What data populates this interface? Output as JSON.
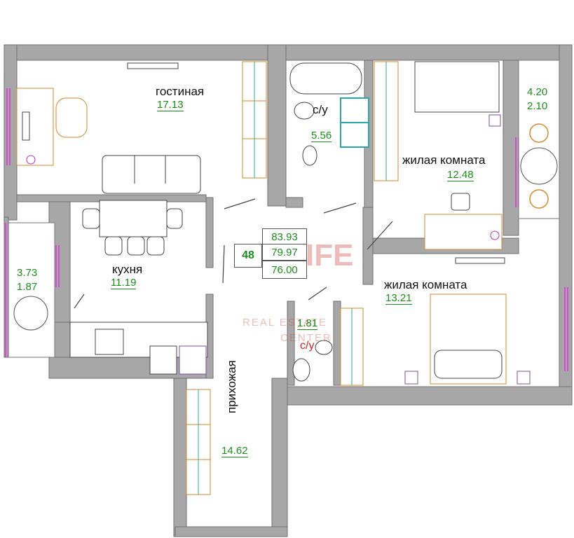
{
  "rooms": {
    "living_room": {
      "name": "гостиная",
      "area": "17.13"
    },
    "bathroom_top": {
      "name": "с/у",
      "area": "5.56"
    },
    "bedroom_1": {
      "name": "жилая комната",
      "area": "12.48"
    },
    "balcony_right": {
      "area_a": "4.20",
      "area_b": "2.10"
    },
    "kitchen": {
      "name": "кухня",
      "area": "11.19"
    },
    "balcony_left": {
      "area_a": "3.73",
      "area_b": "1.87"
    },
    "bedroom_2": {
      "name": "жилая комната",
      "area": "13.21"
    },
    "wc_bottom": {
      "name": "с/у",
      "area": "1.81"
    },
    "hallway": {
      "name": "прихожая",
      "area": "14.62"
    }
  },
  "summary": {
    "apartment_number": "48",
    "total_area": "83.93",
    "area_2": "79.97",
    "living_area": "76.00"
  },
  "watermark": {
    "brand": "KELIFE",
    "line1": "REAL ESTATE",
    "line2": "CENTER"
  },
  "colors": {
    "wall": "#a7a7a7",
    "area_text": "#1a8f1a",
    "window": "#d24fd2",
    "watermark": "#d04040"
  }
}
